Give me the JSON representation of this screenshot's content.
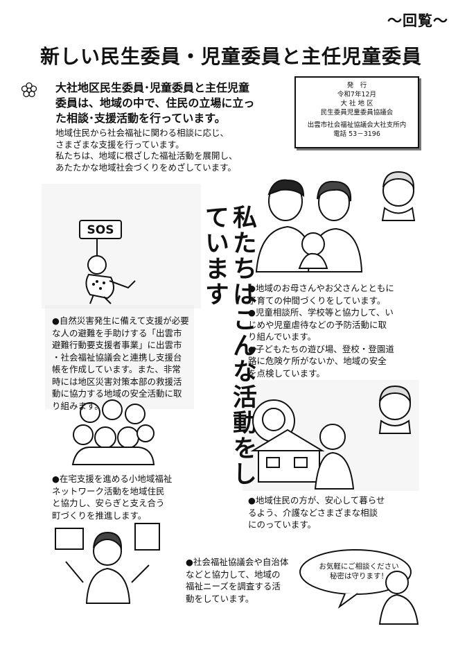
{
  "header": {
    "kairan": "～回覧～",
    "title": "新しい民生委員・児童委員と主任児童委員"
  },
  "intro": {
    "lead": [
      "大社地区民生委員･児童委員と主任児童",
      "委員は、地域の中で、住民の立場に立っ",
      "た相談･支援活動を行っています。"
    ],
    "body": [
      "地域住民から社会福祉に関わる相談に応じ、",
      "さまざまな支援を行っています。",
      "私たちは、地域に根ざした福祉活動を展開し、",
      "あたたかな地域社会づくりをめざしています。"
    ]
  },
  "issuer": {
    "label": "発　行",
    "date": "令和7年12月",
    "area": "大 社 地 区",
    "org": "民生委員児童委員協議会",
    "office": "出雲市社会福祉協議会大社支所内",
    "phone": "電話 53－3196"
  },
  "vertical_heading": "私たちはこんな活動をしています",
  "sign_text": "SOS",
  "activities": {
    "disaster": [
      "●自然災害発生に備えて支援が必要",
      "な人の避難を手助けする「出雲市",
      "避難行動要支援者事業」に出雲市",
      "・社会福祉協議会と連携し支援台",
      "帳を作成しています。また、非常",
      "時には地区災害対策本部の救援活",
      "動に協力する地域の安全活動に取",
      "り組みます。"
    ],
    "network": [
      "●在宅支援を進める小地域福祉",
      "ネットワーク活動を地域住民",
      "と協力し、安らぎと支え合う",
      "町づくりを推進します。"
    ],
    "children": [
      "●地域のお母さんやお父さんとともに",
      "子育ての仲間づくりをしています。",
      "●児童相談所、学校等と協力して、い",
      "じめや児童虐待などの予防活動に取",
      "り組んでいます。",
      "●子どもたちの遊び場、登校・登園道",
      "路に危険ケ所がないか、地域の安全",
      "を点検しています。"
    ],
    "consult": [
      "●地域住民の方が、安心して暮らせ",
      "るよう、介護などさまざまな相談",
      "にのっています。"
    ],
    "survey": [
      "●社会福祉協議会や自治体",
      "などと協力して、地域の",
      "福祉ニーズを調査する活",
      "動をしています。"
    ]
  },
  "speech_bubble": [
    "お気軽にご相談ください",
    "秘密は守ります！"
  ]
}
